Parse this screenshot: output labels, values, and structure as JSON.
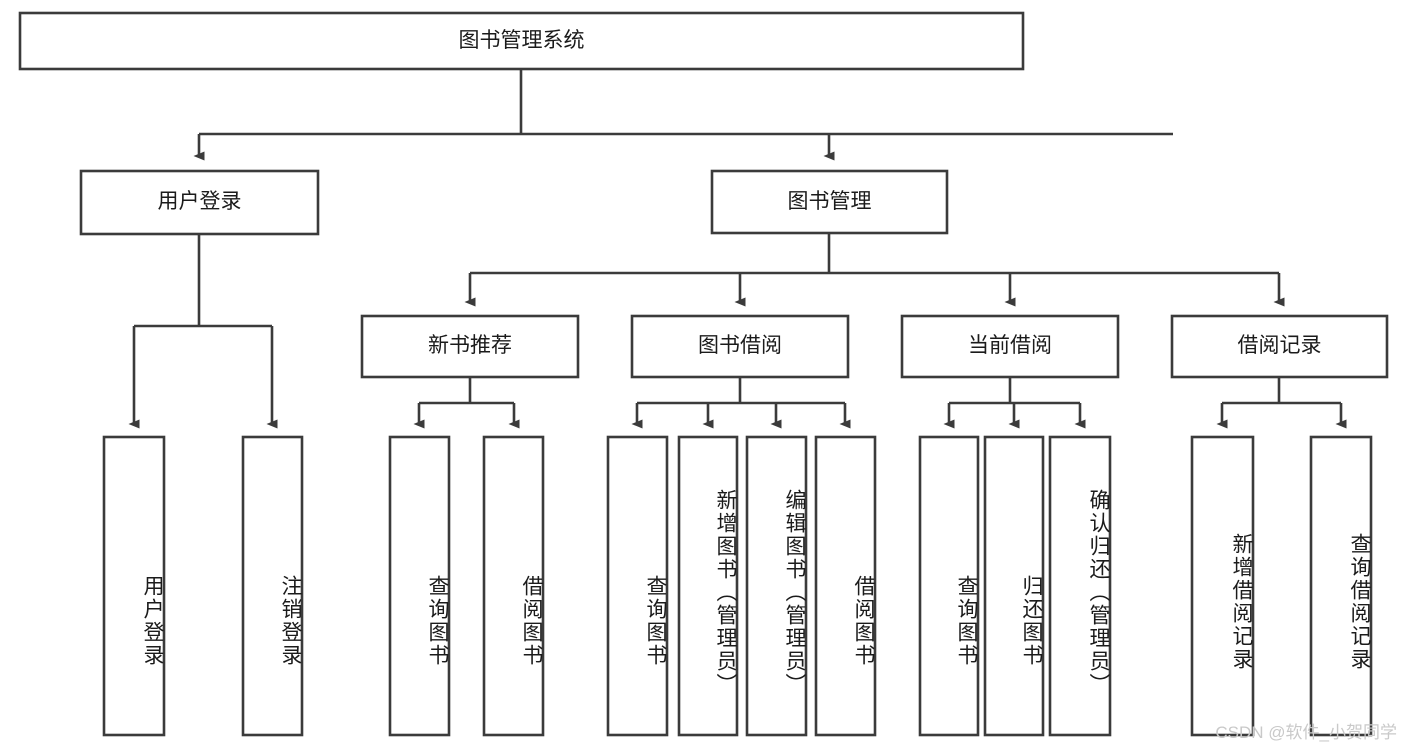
{
  "diagram": {
    "type": "tree-hierarchy-chart",
    "title": "图书管理系统",
    "orientation": "top-down",
    "colors": {
      "box_border": "#3b3b3b",
      "box_fill": "#ffffff",
      "connector": "#3b3b3b",
      "text": "#1b1b1b",
      "background": "#ffffff",
      "watermark": "#c9c9c9"
    },
    "levels": {
      "level1": [
        "图书管理系统"
      ],
      "level2": [
        "用户登录",
        "图书管理"
      ],
      "level3": [
        "新书推荐",
        "图书借阅",
        "当前借阅",
        "借阅记录"
      ],
      "level4_count": 13
    },
    "root": {
      "label": "图书管理系统",
      "orientation": "horizontal"
    },
    "level2": [
      {
        "label": "用户登录",
        "orientation": "horizontal"
      },
      {
        "label": "图书管理",
        "orientation": "horizontal"
      }
    ],
    "level3": [
      {
        "label": "新书推荐",
        "orientation": "horizontal"
      },
      {
        "label": "图书借阅",
        "orientation": "horizontal"
      },
      {
        "label": "当前借阅",
        "orientation": "horizontal"
      },
      {
        "label": "借阅记录",
        "orientation": "horizontal"
      }
    ],
    "leaves": {
      "user_login": [
        {
          "label": "用户登录",
          "orientation": "vertical"
        },
        {
          "label": "注销登录",
          "orientation": "vertical"
        }
      ],
      "new_book_recommend": [
        {
          "label": "查询图书",
          "orientation": "vertical"
        },
        {
          "label": "借阅图书",
          "orientation": "vertical"
        }
      ],
      "book_borrow": [
        {
          "label": "查询图书",
          "orientation": "vertical"
        },
        {
          "label": "新增图书（管理员）",
          "orientation": "vertical"
        },
        {
          "label": "编辑图书（管理员）",
          "orientation": "vertical"
        },
        {
          "label": "借阅图书",
          "orientation": "vertical"
        }
      ],
      "current_borrow": [
        {
          "label": "查询图书",
          "orientation": "vertical"
        },
        {
          "label": "归还图书",
          "orientation": "vertical"
        },
        {
          "label": "确认归还（管理员）",
          "orientation": "vertical"
        }
      ],
      "borrow_record": [
        {
          "label": "新增借阅记录",
          "orientation": "vertical"
        },
        {
          "label": "查询借阅记录",
          "orientation": "vertical"
        }
      ]
    }
  },
  "watermark": {
    "text": "CSDN @软件_小贺同学"
  }
}
